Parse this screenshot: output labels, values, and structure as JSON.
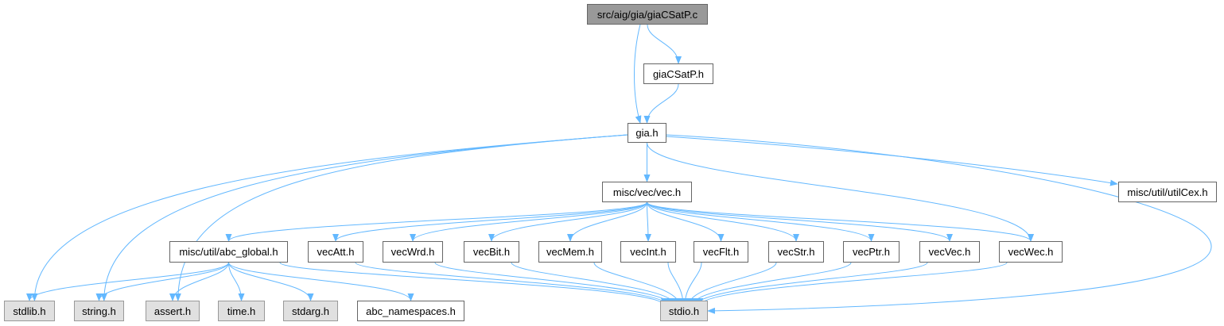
{
  "title": "src/aig/gia/giaCSatP.c",
  "colors": {
    "edge": "#63b8ff",
    "root_fill": "#999999",
    "system_fill": "#e0e0e0",
    "node_border": "#666666"
  },
  "nodes": [
    {
      "id": "root",
      "label": "src/aig/gia/giaCSatP.c",
      "kind": "root"
    },
    {
      "id": "giaCSatP_h",
      "label": "giaCSatP.h",
      "kind": "local"
    },
    {
      "id": "gia_h",
      "label": "gia.h",
      "kind": "local"
    },
    {
      "id": "vec_h",
      "label": "misc/vec/vec.h",
      "kind": "local"
    },
    {
      "id": "utilCex_h",
      "label": "misc/util/utilCex.h",
      "kind": "local"
    },
    {
      "id": "abc_global_h",
      "label": "misc/util/abc_global.h",
      "kind": "local"
    },
    {
      "id": "vecAtt_h",
      "label": "vecAtt.h",
      "kind": "local"
    },
    {
      "id": "vecWrd_h",
      "label": "vecWrd.h",
      "kind": "local"
    },
    {
      "id": "vecBit_h",
      "label": "vecBit.h",
      "kind": "local"
    },
    {
      "id": "vecMem_h",
      "label": "vecMem.h",
      "kind": "local"
    },
    {
      "id": "vecInt_h",
      "label": "vecInt.h",
      "kind": "local"
    },
    {
      "id": "vecFlt_h",
      "label": "vecFlt.h",
      "kind": "local"
    },
    {
      "id": "vecStr_h",
      "label": "vecStr.h",
      "kind": "local"
    },
    {
      "id": "vecPtr_h",
      "label": "vecPtr.h",
      "kind": "local"
    },
    {
      "id": "vecVec_h",
      "label": "vecVec.h",
      "kind": "local"
    },
    {
      "id": "vecWec_h",
      "label": "vecWec.h",
      "kind": "local"
    },
    {
      "id": "stdlib_h",
      "label": "stdlib.h",
      "kind": "system"
    },
    {
      "id": "string_h",
      "label": "string.h",
      "kind": "system"
    },
    {
      "id": "assert_h",
      "label": "assert.h",
      "kind": "system"
    },
    {
      "id": "time_h",
      "label": "time.h",
      "kind": "system"
    },
    {
      "id": "stdarg_h",
      "label": "stdarg.h",
      "kind": "system"
    },
    {
      "id": "abc_namespaces_h",
      "label": "abc_namespaces.h",
      "kind": "local"
    },
    {
      "id": "stdio_h",
      "label": "stdio.h",
      "kind": "system"
    }
  ],
  "edges": [
    [
      "root",
      "gia_h"
    ],
    [
      "root",
      "giaCSatP_h"
    ],
    [
      "giaCSatP_h",
      "gia_h"
    ],
    [
      "gia_h",
      "stdlib_h"
    ],
    [
      "gia_h",
      "string_h"
    ],
    [
      "gia_h",
      "assert_h"
    ],
    [
      "gia_h",
      "vec_h"
    ],
    [
      "gia_h",
      "vecWec_h"
    ],
    [
      "gia_h",
      "stdio_h"
    ],
    [
      "gia_h",
      "utilCex_h"
    ],
    [
      "vec_h",
      "abc_global_h"
    ],
    [
      "vec_h",
      "vecAtt_h"
    ],
    [
      "vec_h",
      "vecWrd_h"
    ],
    [
      "vec_h",
      "vecBit_h"
    ],
    [
      "vec_h",
      "vecMem_h"
    ],
    [
      "vec_h",
      "vecInt_h"
    ],
    [
      "vec_h",
      "vecFlt_h"
    ],
    [
      "vec_h",
      "vecStr_h"
    ],
    [
      "vec_h",
      "vecPtr_h"
    ],
    [
      "vec_h",
      "vecVec_h"
    ],
    [
      "vec_h",
      "vecWec_h"
    ],
    [
      "abc_global_h",
      "stdlib_h"
    ],
    [
      "abc_global_h",
      "string_h"
    ],
    [
      "abc_global_h",
      "assert_h"
    ],
    [
      "abc_global_h",
      "time_h"
    ],
    [
      "abc_global_h",
      "stdarg_h"
    ],
    [
      "abc_global_h",
      "abc_namespaces_h"
    ],
    [
      "abc_global_h",
      "stdio_h"
    ],
    [
      "vecAtt_h",
      "stdio_h"
    ],
    [
      "vecWrd_h",
      "stdio_h"
    ],
    [
      "vecBit_h",
      "stdio_h"
    ],
    [
      "vecMem_h",
      "stdio_h"
    ],
    [
      "vecInt_h",
      "stdio_h"
    ],
    [
      "vecFlt_h",
      "stdio_h"
    ],
    [
      "vecStr_h",
      "stdio_h"
    ],
    [
      "vecPtr_h",
      "stdio_h"
    ],
    [
      "vecVec_h",
      "stdio_h"
    ],
    [
      "vecWec_h",
      "stdio_h"
    ]
  ]
}
